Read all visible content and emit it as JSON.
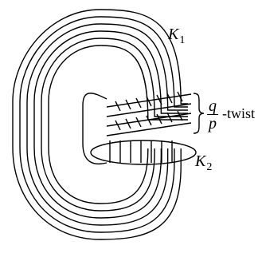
{
  "labels": {
    "k1": {
      "letter": "K",
      "subscript": "1"
    },
    "k2": {
      "letter": "K",
      "subscript": "2"
    },
    "twist": {
      "numerator": "q",
      "denominator": "p",
      "suffix": "-twist"
    }
  },
  "diagram": {
    "strand_count": 6,
    "twist_bands": 2,
    "stroke_color": "#000000",
    "background": "#ffffff"
  }
}
